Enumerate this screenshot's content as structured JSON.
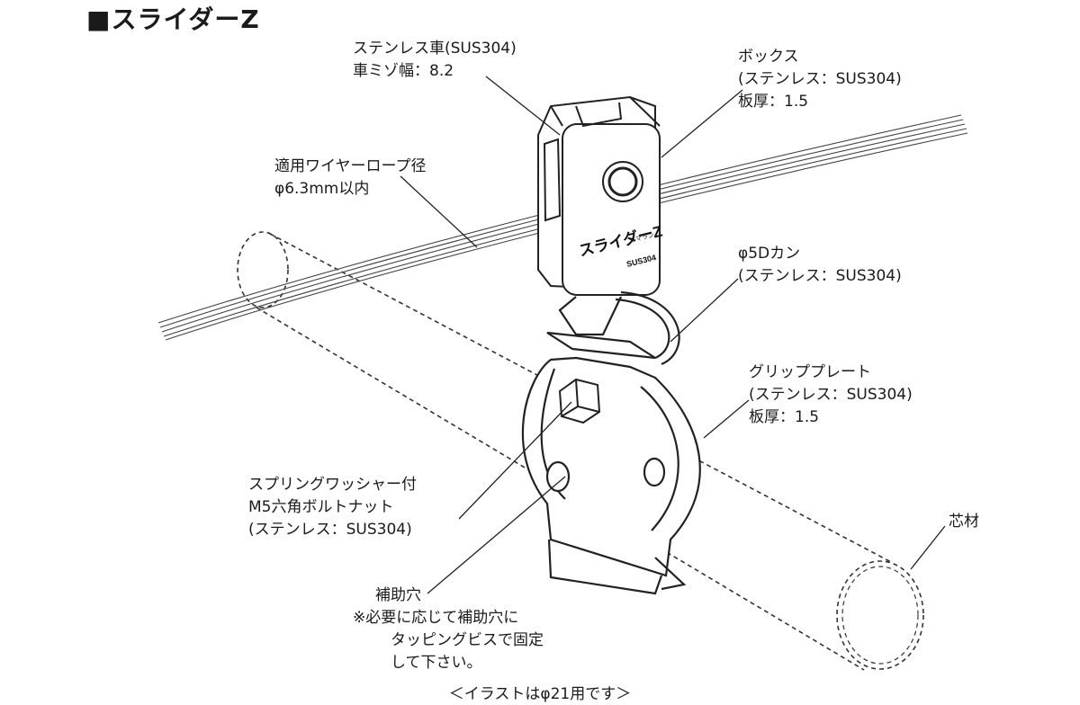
{
  "title": "■スライダーZ",
  "labels": {
    "sheave": {
      "line1": "ステンレス車(SUS304)",
      "line2": "車ミゾ幅：8.2"
    },
    "box": {
      "line1": "ボックス",
      "line2": "(ステンレス：SUS304)",
      "line3": "板厚：1.5"
    },
    "wire": {
      "line1": "適用ワイヤーロープ径",
      "line2": "φ6.3mm以内"
    },
    "dkan": {
      "line1": "φ5Dカン",
      "line2": "(ステンレス：SUS304)"
    },
    "grip": {
      "line1": "グリッププレート",
      "line2": "(ステンレス：SUS304)",
      "line3": "板厚：1.5"
    },
    "bolt": {
      "line1": "スプリングワッシャー付",
      "line2": "M5六角ボルトナット",
      "line3": "(ステンレス：SUS304)"
    },
    "core": {
      "line1": "芯材"
    },
    "hole": {
      "line1": "補助穴",
      "line2": "※必要に応じて補助穴に",
      "line3": "タッピングビスで固定",
      "line4": "して下さい。"
    }
  },
  "product_print": {
    "name": "スライダーZ",
    "maker": "ヤマラン",
    "material": "SUS304"
  },
  "caption": "＜イラストはφ21用です＞"
}
